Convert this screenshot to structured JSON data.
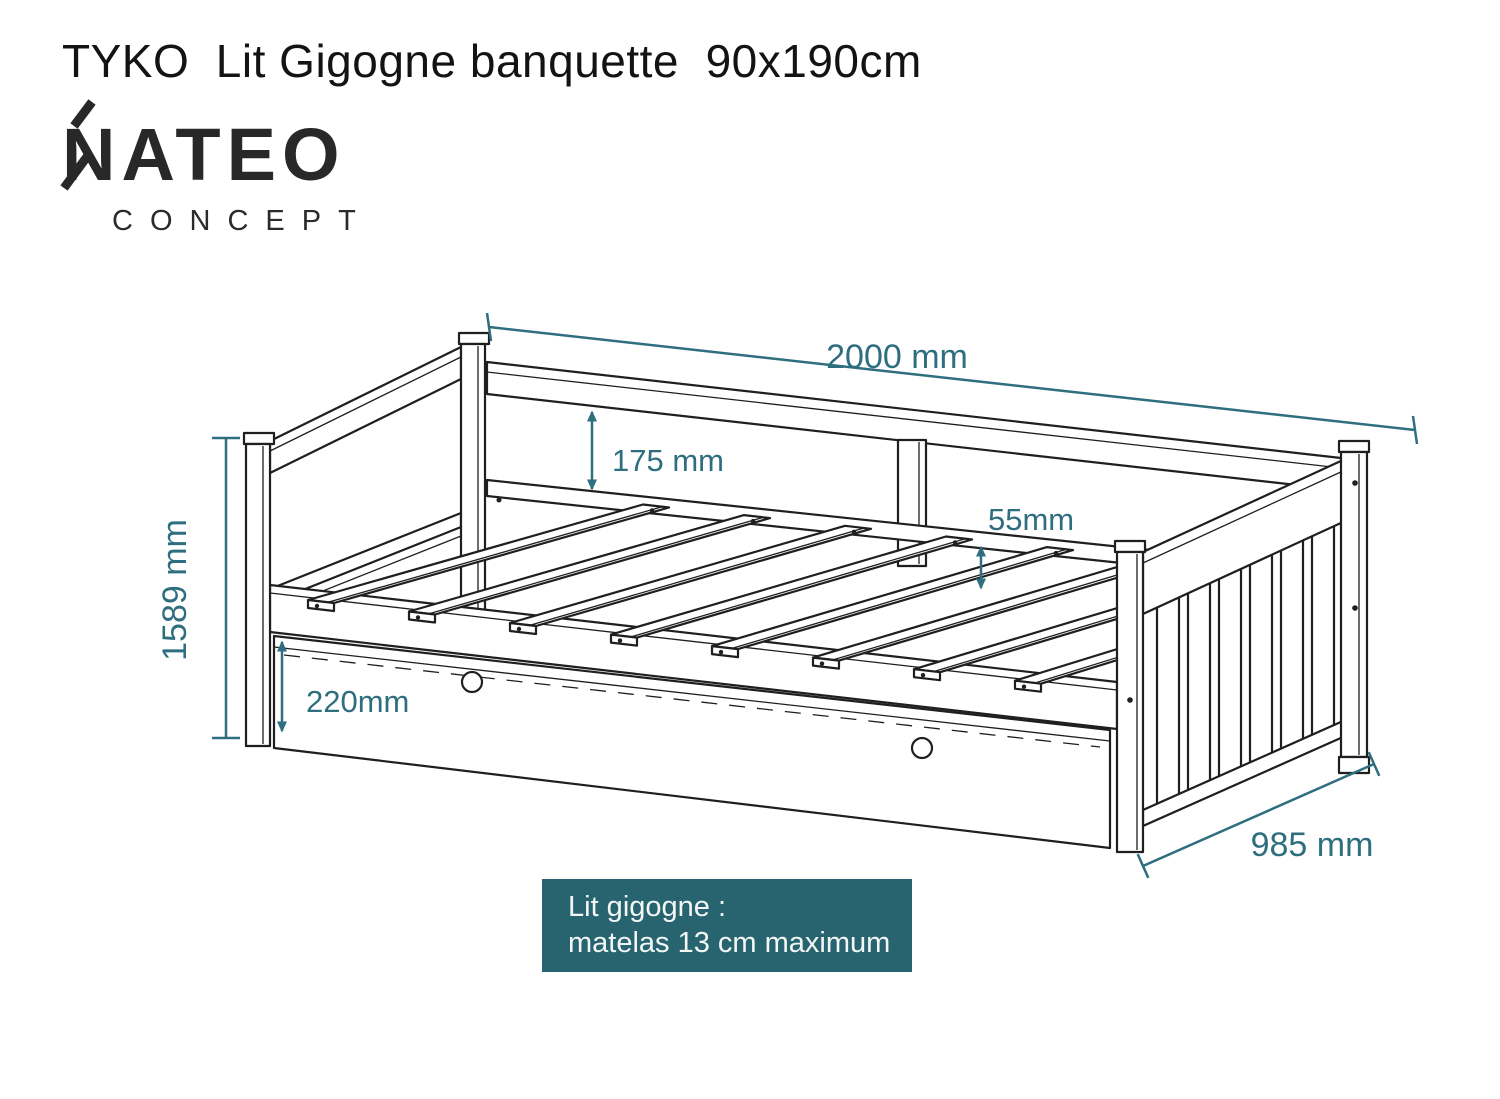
{
  "header": {
    "title": "TYKO  Lit Gigogne banquette  90x190cm",
    "brand": "NATEO",
    "brand_sub": "CONCEPT"
  },
  "diagram": {
    "dim_length": "2000 mm",
    "dim_height": "1589 mm",
    "dim_backrest": "175 mm",
    "dim_slat": "55mm",
    "dim_trundle": "220mm",
    "dim_depth": "985 mm"
  },
  "note": {
    "line1": "Lit gigogne :",
    "line2": "matelas 13 cm maximum"
  },
  "colors": {
    "dimension": "#2e6e7e",
    "note_bg": "#28646f",
    "note_text": "#f2f7f6",
    "ink": "#1f1f1f"
  }
}
